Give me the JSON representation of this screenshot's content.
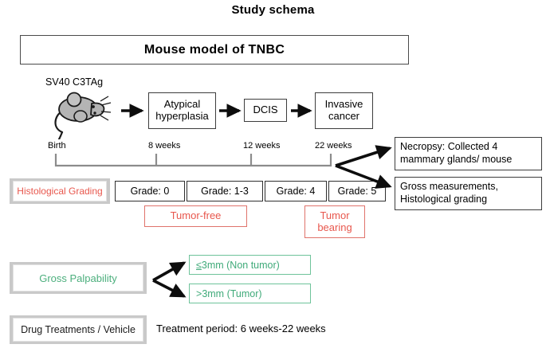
{
  "title": "Study schema",
  "banner": {
    "label": "Mouse model of TNBC"
  },
  "flow": {
    "genotype_label": "SV40 C3TAg",
    "mouse_icon": "mouse-icon",
    "stages": [
      {
        "label": "Atypical hyperplasia"
      },
      {
        "label": "DCIS"
      },
      {
        "label": "Invasive cancer"
      }
    ]
  },
  "timeline": {
    "ticks": [
      {
        "label": "Birth"
      },
      {
        "label": "8 weeks"
      },
      {
        "label": "12 weeks"
      },
      {
        "label": "22 weeks"
      }
    ]
  },
  "endpoints": [
    {
      "label": "Necropsy: Collected 4 mammary glands/ mouse"
    },
    {
      "label": "Gross measurements, Histological grading"
    }
  ],
  "histological": {
    "section_label": "Histological Grading",
    "grades": [
      {
        "label": "Grade: 0"
      },
      {
        "label": "Grade: 1-3"
      },
      {
        "label": "Grade: 4"
      },
      {
        "label": "Grade: 5"
      }
    ],
    "outcomes": [
      {
        "label": "Tumor-free"
      },
      {
        "label": "Tumor bearing"
      }
    ]
  },
  "palpability": {
    "section_label": "Gross Palpability",
    "options": [
      {
        "prefix": "≤",
        "label": " 3mm (Non tumor)"
      },
      {
        "prefix": ">",
        "label": " 3mm (Tumor)"
      }
    ]
  },
  "treatment": {
    "section_label": "Drug Treatments / Vehicle",
    "period": "Treatment period: 6 weeks-22 weeks"
  },
  "colors": {
    "red": "#e8574d",
    "green": "#3faa79",
    "frame_gray": "#c9c9c9",
    "outline": "#3d3d3d"
  }
}
